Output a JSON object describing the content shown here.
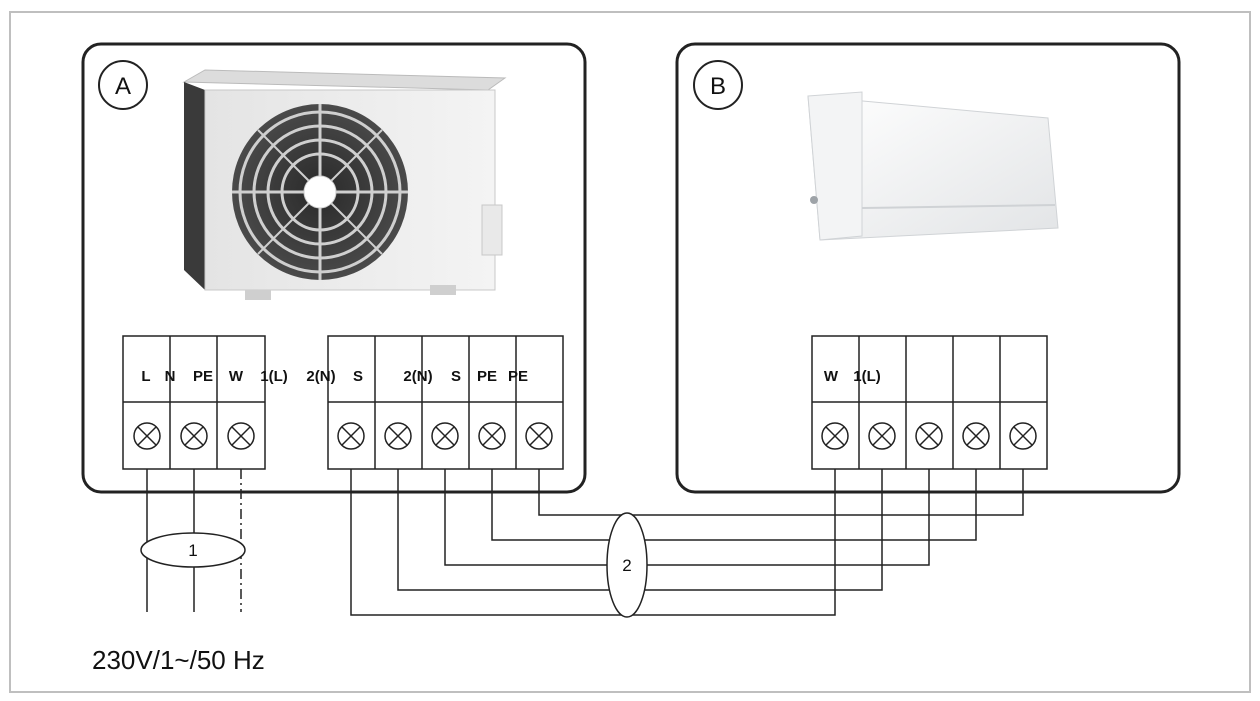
{
  "units": {
    "outdoor": {
      "badge": "A",
      "image_icon": "outdoor-ac-unit-icon",
      "strip_power": {
        "labels": [
          "L",
          "N",
          "PE",
          "W"
        ]
      },
      "strip_link": {
        "labels": [
          "1(L)",
          "2(N)",
          "S",
          "2(N)",
          "S",
          "PE",
          "PE"
        ]
      }
    },
    "indoor": {
      "badge": "B",
      "image_icon": "indoor-split-ac-unit-icon",
      "strip": {
        "labels": [
          "W",
          "1(L)"
        ]
      }
    }
  },
  "cables": {
    "power_cable": {
      "label": "1"
    },
    "interconnect_cable": {
      "label": "2"
    }
  },
  "supply": {
    "text": "230V/1~/50 Hz"
  },
  "colors": {
    "line": "#222222",
    "frame": "#bfbfbf",
    "unit_body": "#ededed"
  }
}
